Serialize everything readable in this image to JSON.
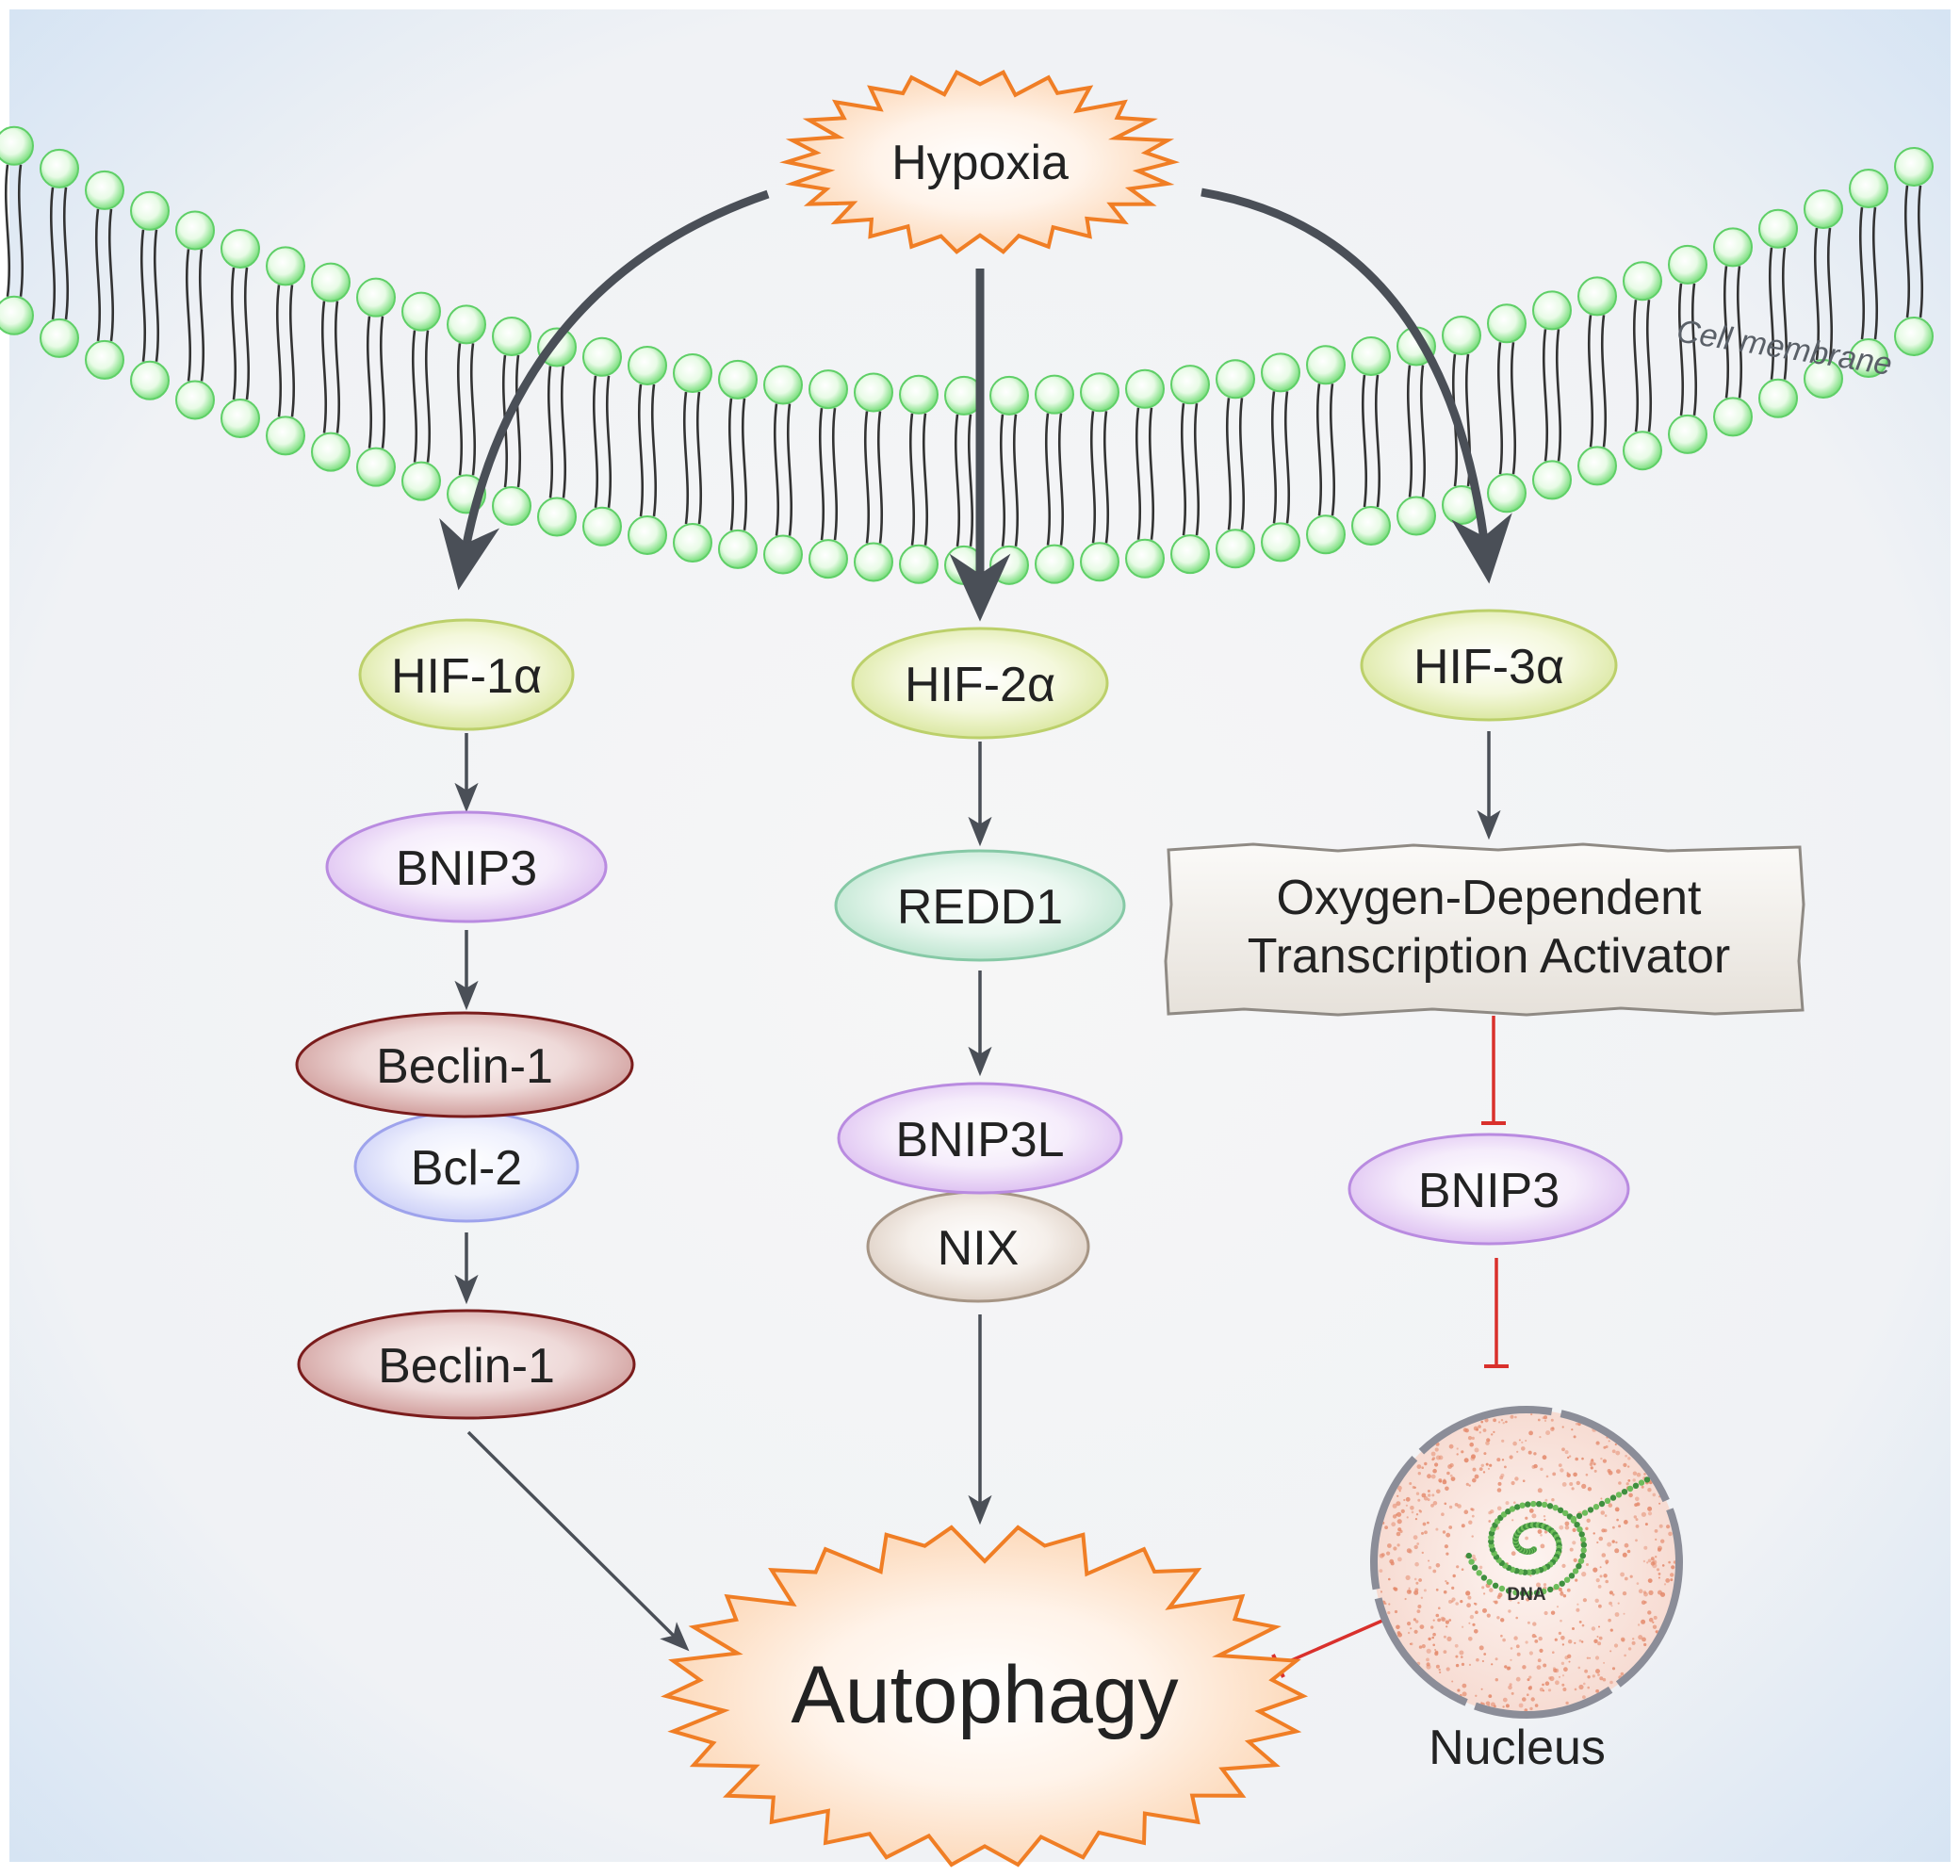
{
  "nodes": {
    "hypoxia": "Hypoxia",
    "hif1a": "HIF-1α",
    "hif2a": "HIF-2α",
    "hif3a": "HIF-3α",
    "bnip3_left": "BNIP3",
    "beclin1_top": "Beclin-1",
    "bcl2": "Bcl-2",
    "beclin1_bottom": "Beclin-1",
    "redd1": "REDD1",
    "bnip3l": "BNIP3L",
    "nix": "NIX",
    "odta_line1": "Oxygen-Dependent",
    "odta_line2": "Transcription Activator",
    "bnip3_right": "BNIP3",
    "autophagy": "Autophagy",
    "nucleus": "Nucleus",
    "dna": "DNA"
  },
  "labels": {
    "cell_membrane": "Cell membrane"
  },
  "colors": {
    "background": "#eef3f8",
    "membrane_head": "#7ee081",
    "hif_fill": "#dbe9a2",
    "bnip_fill": "#e2c8f3",
    "beclin_fill": "#cf9c9a",
    "bcl2_fill": "#cfd2f8",
    "redd1_fill": "#bfe7d3",
    "nix_fill": "#e2d5cb",
    "burst_fill": "#fde0c8",
    "burst_stroke": "#f07e25",
    "arrow_main": "#4a4f57",
    "inhibit": "#d9302c",
    "nucleus_dots": "#e48a6c"
  }
}
